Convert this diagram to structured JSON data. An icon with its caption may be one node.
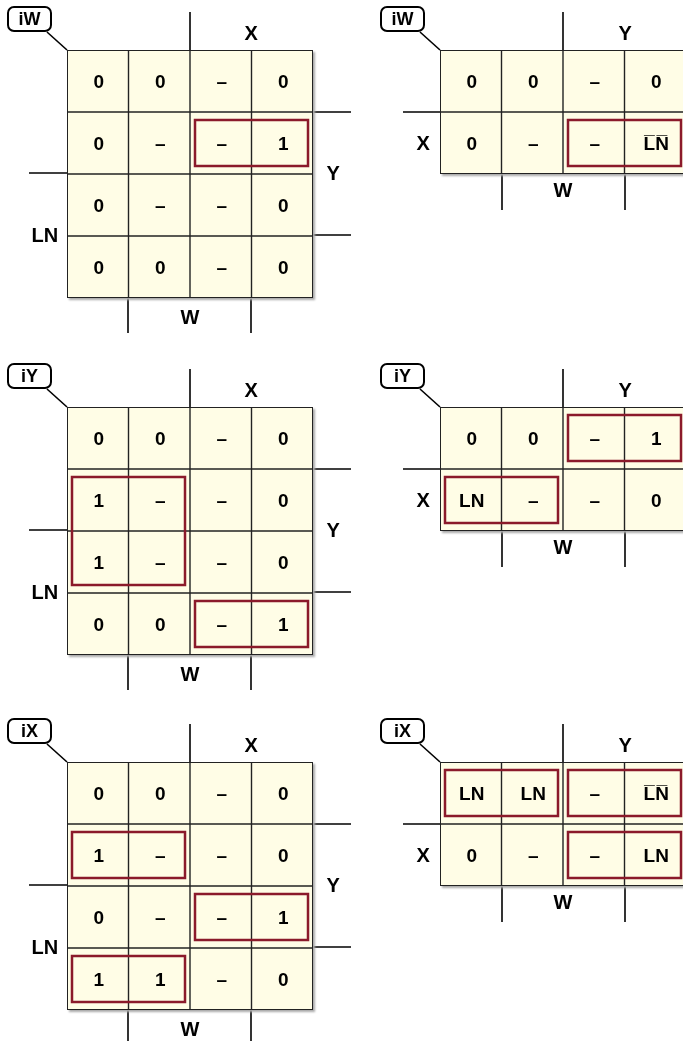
{
  "diagram": {
    "nodes": [
      {
        "text": [
          "iW"
        ]
      },
      {
        "text": [
          "0",
          "0",
          "–",
          "0",
          "0",
          "–",
          "–",
          "1",
          "0",
          "–",
          "–",
          "0",
          "0",
          "0",
          "–",
          "0"
        ]
      },
      {
        "text": [
          "iW"
        ]
      },
      {
        "text": [
          "0",
          "0",
          "–",
          "0",
          "0",
          "–",
          "–",
          "L̅N̅"
        ]
      },
      {
        "text": [
          "iY"
        ]
      },
      {
        "text": [
          "0",
          "0",
          "–",
          "0",
          "1",
          "–",
          "–",
          "0",
          "1",
          "–",
          "–",
          "0",
          "0",
          "0",
          "–",
          "1"
        ]
      },
      {
        "text": [
          "iY"
        ]
      },
      {
        "text": [
          "0",
          "0",
          "–",
          "1",
          "LN",
          "–",
          "–",
          "0"
        ]
      },
      {
        "text": [
          "iX"
        ]
      },
      {
        "text": [
          "0",
          "0",
          "–",
          "0",
          "1",
          "–",
          "–",
          "0",
          "0",
          "–",
          "–",
          "1",
          "1",
          "1",
          "–",
          "0"
        ]
      },
      {
        "text": [
          "iX"
        ]
      },
      {
        "text": [
          "LN",
          "LN",
          "–",
          "L̅N̅",
          "0",
          "–",
          "–",
          "LN"
        ]
      }
    ],
    "edges": [
      {
        "from": 0,
        "to": 1,
        "arrow": "none"
      },
      {
        "from": 2,
        "to": 3,
        "arrow": "none"
      },
      {
        "from": 4,
        "to": 5,
        "arrow": "none"
      },
      {
        "from": 6,
        "to": 7,
        "arrow": "none"
      },
      {
        "from": 8,
        "to": 9,
        "arrow": "none"
      },
      {
        "from": 10,
        "to": 11,
        "arrow": "none"
      }
    ],
    "labels": [
      "X",
      "Y",
      "LN",
      "W",
      "Y",
      "X",
      "W",
      "X",
      "Y",
      "LN",
      "W",
      "Y",
      "X",
      "W",
      "X",
      "Y",
      "LN",
      "W",
      "Y",
      "X",
      "W"
    ]
  }
}
